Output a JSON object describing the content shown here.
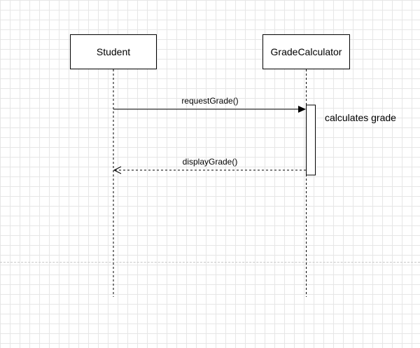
{
  "diagram": {
    "participants": [
      {
        "id": "student",
        "label": "Student"
      },
      {
        "id": "calc",
        "label": "GradeCalculator"
      }
    ],
    "messages": [
      {
        "label": "requestGrade()",
        "from": "student",
        "to": "calc",
        "style": "solid"
      },
      {
        "label": "displayGrade()",
        "from": "calc",
        "to": "student",
        "style": "dashed"
      }
    ],
    "note": "calculates grade"
  }
}
